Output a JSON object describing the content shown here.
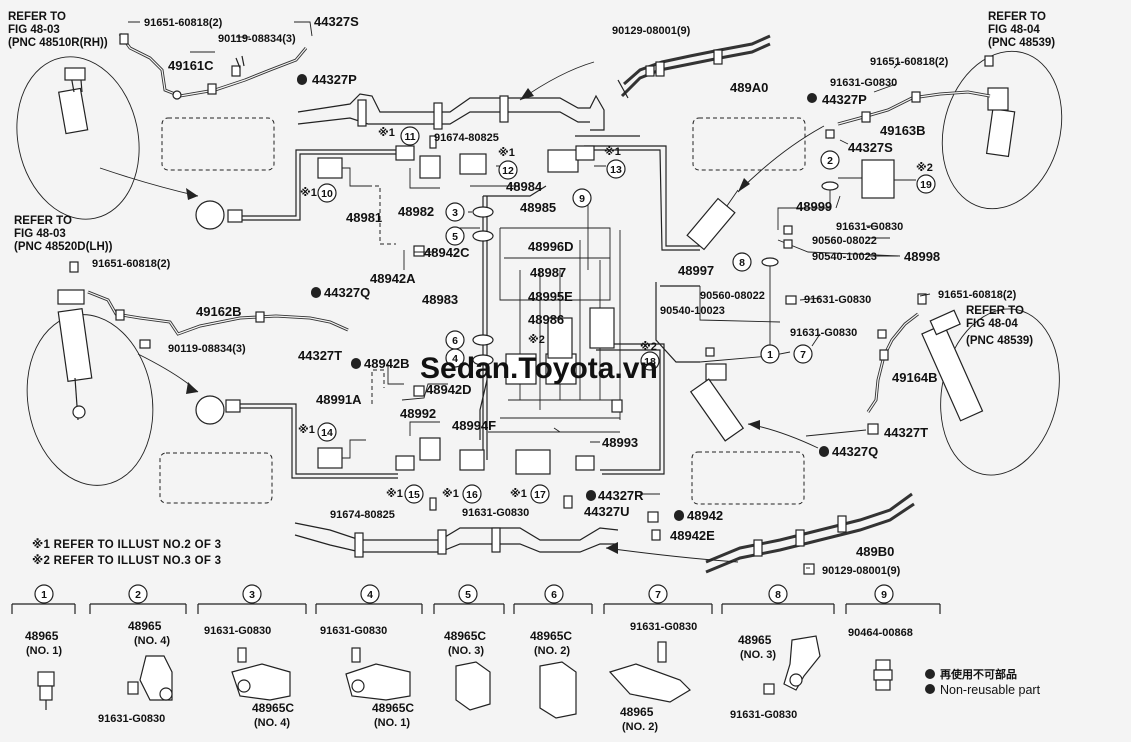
{
  "refs": {
    "fr": [
      "REFER TO",
      "FIG 48-03",
      "(PNC 48510R(RH))"
    ],
    "rf": [
      "REFER TO",
      "FIG 48-04",
      "(PNC 48539)"
    ],
    "fl": [
      "REFER TO",
      "FIG 48-03",
      "(PNC 48520D(LH))"
    ],
    "rr": [
      "REFER TO",
      "FIG 48-04",
      "(PNC 48539)"
    ]
  },
  "labels": {
    "91651_60818_a": "91651-60818(2)",
    "44327S_a": "44327S",
    "90119_08834_a": "90119-08834(3)",
    "49161C": "49161C",
    "44327P_a": "44327P",
    "90129_08001_a": "90129-08001(9)",
    "489A0": "489A0",
    "91651_60818_b": "91651-60818(2)",
    "91631_G0830_a": "91631-G0830",
    "44327P_b": "44327P",
    "49163B": "49163B",
    "44327S_b": "44327S",
    "91674_80825_a": "91674-80825",
    "48984": "48984",
    "48985": "48985",
    "48981": "48981",
    "48982": "48982",
    "48999": "48999",
    "91631_G0830_b": "91631-G0830",
    "90560_08022_a": "90560-08022",
    "90540_10023_a": "90540-10023",
    "48998": "48998",
    "48996D": "48996D",
    "48942C": "48942C",
    "48942A": "48942A",
    "48987": "48987",
    "48997": "48997",
    "90560_08022_b": "90560-08022",
    "90540_10023_b": "90540-10023",
    "91631_G0830_c": "91631-G0830",
    "91631_G0830_d": "91631-G0830",
    "91651_60818_c": "91651-60818(2)",
    "91651_60818_d": "91651-60818(2)",
    "49162B": "49162B",
    "44327Q_a": "44327Q",
    "48983": "48983",
    "48995E": "48995E",
    "48986": "48986",
    "90119_08834_b": "90119-08834(3)",
    "44327T_a": "44327T",
    "48942B": "48942B",
    "48942D": "48942D",
    "49164B": "49164B",
    "48991A": "48991A",
    "48992": "48992",
    "48994F": "48994F",
    "48993": "48993",
    "44327T_b": "44327T",
    "44327Q_b": "44327Q",
    "44327R": "44327R",
    "44327U": "44327U",
    "91674_80825_b": "91674-80825",
    "91631_G0830_e": "91631-G0830",
    "48942": "48942",
    "48942E": "48942E",
    "489B0": "489B0",
    "90129_08001_b": "90129-08001(9)"
  },
  "markers": {
    "m1": "※1",
    "m2": "※2"
  },
  "notes": {
    "n1": "※1 REFER TO ILLUST NO.2 OF 3",
    "n2": "※2 REFER TO ILLUST NO.3 OF 3"
  },
  "circled": [
    "1",
    "2",
    "3",
    "4",
    "5",
    "6",
    "7",
    "8",
    "9",
    "10",
    "11",
    "12",
    "13",
    "14",
    "15",
    "16",
    "17",
    "18",
    "19"
  ],
  "bottom": [
    {
      "n": "1",
      "parts": [
        "48965",
        "(NO. 1)"
      ]
    },
    {
      "n": "2",
      "parts": [
        "48965",
        "(NO. 4)",
        "91631-G0830"
      ]
    },
    {
      "n": "3",
      "parts": [
        "91631-G0830",
        "48965C",
        "(NO. 4)"
      ]
    },
    {
      "n": "4",
      "parts": [
        "91631-G0830",
        "48965C",
        "(NO. 1)"
      ]
    },
    {
      "n": "5",
      "parts": [
        "48965C",
        "(NO. 3)"
      ]
    },
    {
      "n": "6",
      "parts": [
        "48965C",
        "(NO. 2)"
      ]
    },
    {
      "n": "7",
      "parts": [
        "91631-G0830",
        "48965",
        "(NO. 2)"
      ]
    },
    {
      "n": "8",
      "parts": [
        "48965",
        "(NO. 3)",
        "91631-G0830"
      ]
    },
    {
      "n": "9",
      "parts": [
        "90464-00868"
      ]
    }
  ],
  "legend": {
    "cn": "再使用不可部品",
    "en": "Non-reusable part"
  },
  "watermark": "Sedan.Toyota.vn"
}
